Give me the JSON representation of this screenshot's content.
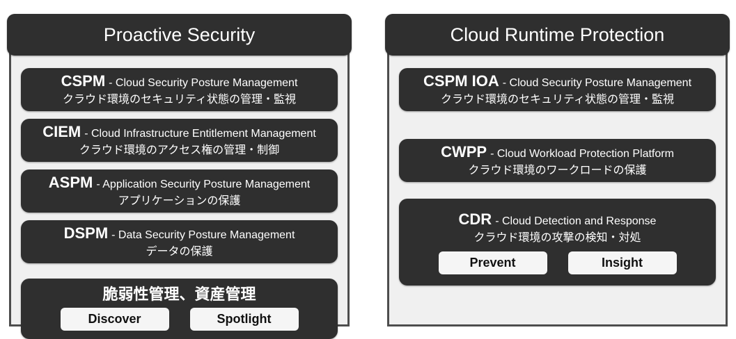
{
  "colors": {
    "dark_box": "#2f2f2f",
    "panel_bg": "#f0f0f0",
    "panel_border": "#4d4d4d",
    "chip_bg": "#f5f5f5",
    "chip_text": "#111111",
    "text_on_dark": "#ffffff"
  },
  "left_panel": {
    "title": "Proactive Security",
    "boxes": [
      {
        "acronym": "CSPM",
        "desc": "- Cloud Security Posture Management",
        "jp": "クラウド環境のセキュリティ状態の管理・監視"
      },
      {
        "acronym": "CIEM",
        "desc": "- Cloud Infrastructure Entitlement Management",
        "jp": "クラウド環境のアクセス権の管理・制御"
      },
      {
        "acronym": "ASPM",
        "desc": "- Application Security Posture Management",
        "jp": "アプリケーションの保護"
      },
      {
        "acronym": "DSPM",
        "desc": "- Data Security Posture Management",
        "jp": "データの保護"
      }
    ],
    "vuln_box": {
      "title": "脆弱性管理、資産管理",
      "chips": [
        "Discover",
        "Spotlight"
      ]
    }
  },
  "right_panel": {
    "title": "Cloud Runtime Protection",
    "boxes": [
      {
        "acronym": "CSPM IOA",
        "desc": "- Cloud Security Posture Management",
        "jp": "クラウド環境のセキュリティ状態の管理・監視"
      },
      {
        "acronym": "CWPP",
        "desc": "- Cloud Workload Protection Platform",
        "jp": "クラウド環境のワークロードの保護"
      },
      {
        "acronym": "CDR",
        "desc": "- Cloud Detection and Response",
        "jp": "クラウド環境の攻撃の検知・対処",
        "chips": [
          "Prevent",
          "Insight"
        ]
      }
    ]
  }
}
